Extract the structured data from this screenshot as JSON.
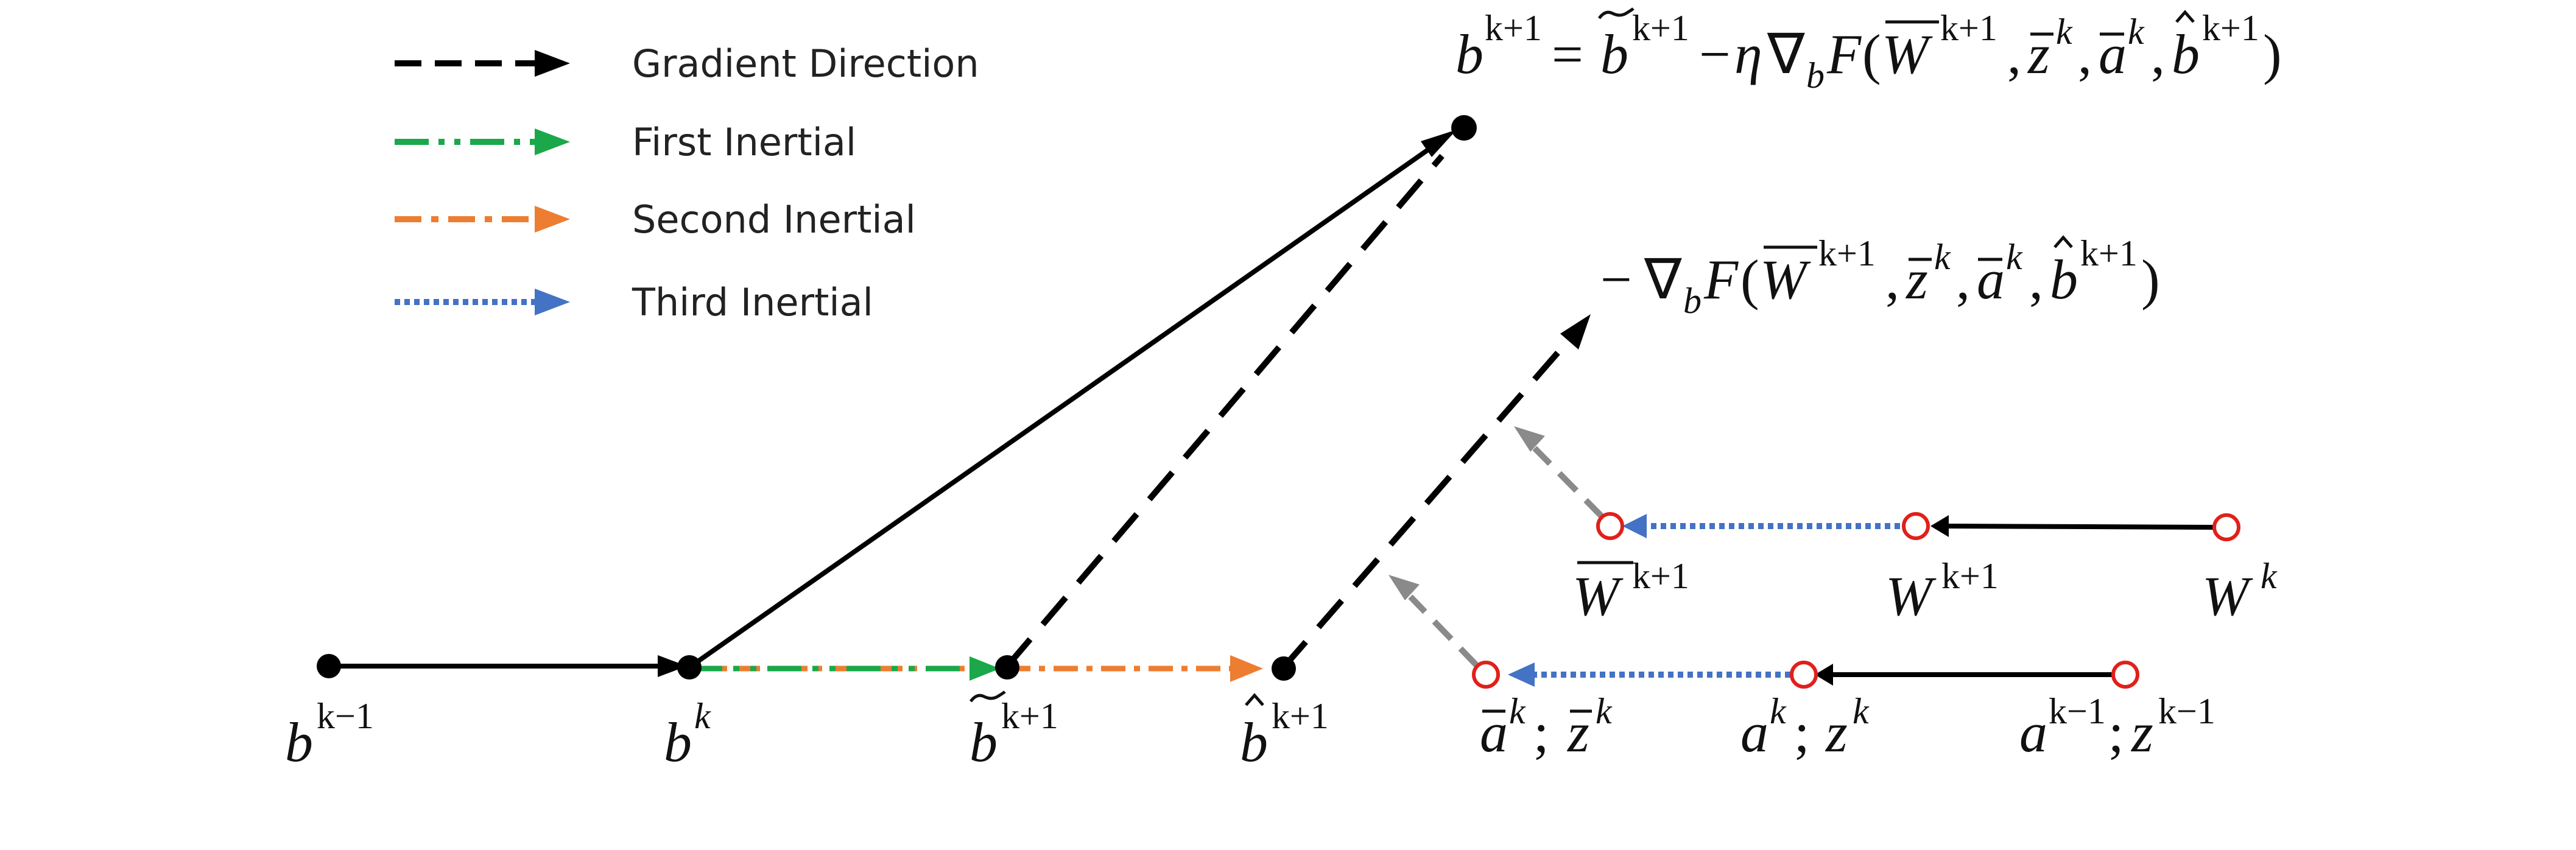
{
  "legend": {
    "gradient": "Gradient Direction",
    "first": "First Inertial",
    "second": "Second Inertial",
    "third": "Third Inertial"
  },
  "colors": {
    "black": "#000000",
    "green": "#1aa84a",
    "orange": "#ed7d31",
    "blue": "#4472c4",
    "gray": "#8a8a8a",
    "red_node": "#e0201b"
  },
  "labels": {
    "b_prev": {
      "base": "b",
      "sup": "k−1"
    },
    "b_k": {
      "base": "b",
      "sup": "k"
    },
    "b_tilde": {
      "base": "b",
      "sup": "k+1"
    },
    "b_hat": {
      "base": "b",
      "sup": "k+1"
    },
    "a_bar_z_bar": {
      "a": "a",
      "a_sup": "k",
      "sep": ";",
      "z": "z",
      "z_sup": "k"
    },
    "a_k_z_k": {
      "a": "a",
      "a_sup": "k",
      "sep": ";",
      "z": "z",
      "z_sup": "k"
    },
    "a_prev_z_prev": {
      "a": "a",
      "a_sup": "k−1",
      "sep": ";",
      "z": "z",
      "z_sup": "k−1"
    },
    "W_bar": {
      "base": "W",
      "sup": "k+1"
    },
    "W_k1": {
      "base": "W",
      "sup": "k+1"
    },
    "W_k": {
      "base": "W",
      "sup": "k"
    }
  },
  "equations": {
    "top": {
      "lhs": "b",
      "lhs_sup": "k+1",
      "eq": "=",
      "tb": "b",
      "tb_sup": "k+1",
      "minus": "−",
      "eta": "η",
      "nabla": "∇",
      "sub": "b",
      "F": "F",
      "open": "(",
      "W": "W",
      "W_sup": "k+1",
      "c1": ",",
      "z": "z",
      "z_sup": "k",
      "c2": ",",
      "a": "a",
      "a_sup": "k",
      "c3": ",",
      "hb": "b",
      "hb_sup": "k+1",
      "close": ")"
    },
    "grad": {
      "minus": "−",
      "nabla": "∇",
      "sub": "b",
      "F": "F",
      "open": "(",
      "W": "W",
      "W_sup": "k+1",
      "c1": ",",
      "z": "z",
      "z_sup": "k",
      "c2": ",",
      "a": "a",
      "a_sup": "k",
      "c3": ",",
      "hb": "b",
      "hb_sup": "k+1",
      "close": ")"
    }
  }
}
